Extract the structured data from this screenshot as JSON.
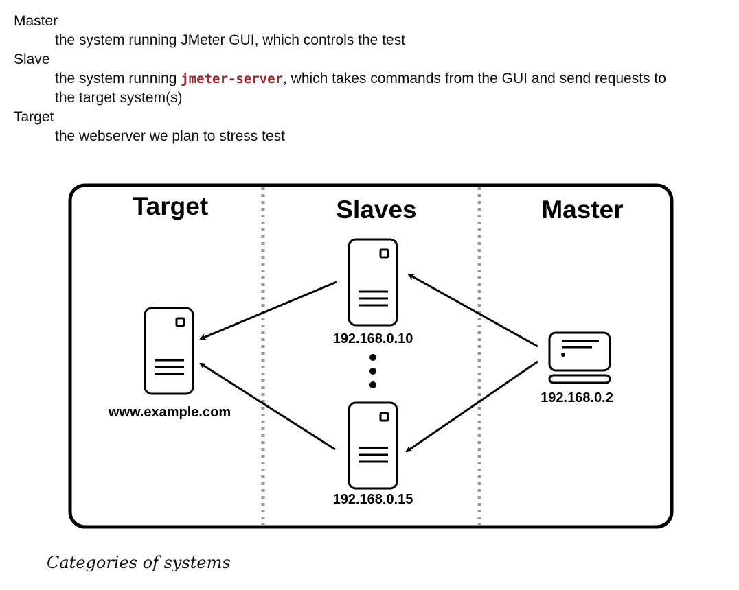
{
  "definitions": [
    {
      "term": "Master",
      "description": "the system running JMeter GUI, which controls the test"
    },
    {
      "term": "Slave",
      "description_before": "the system running ",
      "code": "jmeter-server",
      "description_after": ", which takes commands from the GUI and send requests to the target system(s)"
    },
    {
      "term": "Target",
      "description": "the webserver we plan to stress test"
    }
  ],
  "diagram": {
    "columns": [
      {
        "title": "Target"
      },
      {
        "title": "Slaves"
      },
      {
        "title": "Master"
      }
    ],
    "nodes": {
      "target": {
        "label": "www.example.com",
        "icon": "server-icon"
      },
      "slave_top": {
        "label": "192.168.0.10",
        "icon": "server-icon"
      },
      "slave_bottom": {
        "label": "192.168.0.15",
        "icon": "server-icon"
      },
      "master": {
        "label": "192.168.0.2",
        "icon": "laptop-icon"
      }
    },
    "ellipsis": "vertical-dots",
    "edges": [
      {
        "from": "master",
        "to": "slave_top"
      },
      {
        "from": "master",
        "to": "slave_bottom"
      },
      {
        "from": "slave_top",
        "to": "target"
      },
      {
        "from": "slave_bottom",
        "to": "target"
      }
    ],
    "colors": {
      "border": "#000000",
      "divider": "#999999",
      "code": "#a2252b"
    }
  },
  "caption": "Categories of systems"
}
